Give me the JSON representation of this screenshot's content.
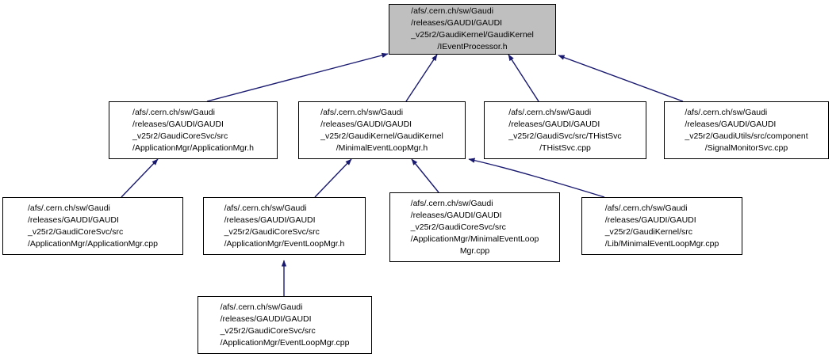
{
  "diagram": {
    "type": "include-dependency-graph",
    "title": "/afs/.cern.ch/sw/Gaudi/releases/GAUDI/GAUDI_v25r2/GaudiKernel/GaudiKernel/IEventProcessor.h included-by graph",
    "colors": {
      "edge": "#191970",
      "node_border": "#000000",
      "node_fill": "#ffffff",
      "root_fill": "#bfbfbf",
      "text": "#000000",
      "background": "#ffffff"
    }
  },
  "nodes": [
    {
      "id": "ieventprocessor",
      "role": "root",
      "lines": [
        "/afs/.cern.ch/sw/Gaudi",
        "/releases/GAUDI/GAUDI",
        "_v25r2/GaudiKernel/GaudiKernel",
        "/IEventProcessor.h"
      ],
      "center_last": true
    },
    {
      "id": "applicationmgr-h",
      "role": "node",
      "lines": [
        "/afs/.cern.ch/sw/Gaudi",
        "/releases/GAUDI/GAUDI",
        "_v25r2/GaudiCoreSvc/src",
        "/ApplicationMgr/ApplicationMgr.h"
      ],
      "center_last": false
    },
    {
      "id": "minimaleventloopmgr-h",
      "role": "node",
      "lines": [
        "/afs/.cern.ch/sw/Gaudi",
        "/releases/GAUDI/GAUDI",
        "_v25r2/GaudiKernel/GaudiKernel",
        "/MinimalEventLoopMgr.h"
      ],
      "center_last": true
    },
    {
      "id": "thistsvc-cpp",
      "role": "node",
      "lines": [
        "/afs/.cern.ch/sw/Gaudi",
        "/releases/GAUDI/GAUDI",
        "_v25r2/GaudiSvc/src/THistSvc",
        "/THistSvc.cpp"
      ],
      "center_last": true
    },
    {
      "id": "signalmonitorsvc-cpp",
      "role": "node",
      "lines": [
        "/afs/.cern.ch/sw/Gaudi",
        "/releases/GAUDI/GAUDI",
        "_v25r2/GaudiUtils/src/component",
        "/SignalMonitorSvc.cpp"
      ],
      "center_last": true
    },
    {
      "id": "applicationmgr-cpp",
      "role": "node",
      "lines": [
        "/afs/.cern.ch/sw/Gaudi",
        "/releases/GAUDI/GAUDI",
        "_v25r2/GaudiCoreSvc/src",
        "/ApplicationMgr/ApplicationMgr.cpp"
      ],
      "center_last": false
    },
    {
      "id": "eventloopmgr-h",
      "role": "node",
      "lines": [
        "/afs/.cern.ch/sw/Gaudi",
        "/releases/GAUDI/GAUDI",
        "_v25r2/GaudiCoreSvc/src",
        "/ApplicationMgr/EventLoopMgr.h"
      ],
      "center_last": false
    },
    {
      "id": "minimaleventloopmgr-cpp-core",
      "role": "node",
      "lines": [
        "/afs/.cern.ch/sw/Gaudi",
        "/releases/GAUDI/GAUDI",
        "_v25r2/GaudiCoreSvc/src",
        "/ApplicationMgr/MinimalEventLoop",
        "Mgr.cpp"
      ],
      "center_last": true
    },
    {
      "id": "minimaleventloopmgr-cpp-kernel",
      "role": "node",
      "lines": [
        "/afs/.cern.ch/sw/Gaudi",
        "/releases/GAUDI/GAUDI",
        "_v25r2/GaudiKernel/src",
        "/Lib/MinimalEventLoopMgr.cpp"
      ],
      "center_last": false
    },
    {
      "id": "eventloopmgr-cpp",
      "role": "node",
      "lines": [
        "/afs/.cern.ch/sw/Gaudi",
        "/releases/GAUDI/GAUDI",
        "_v25r2/GaudiCoreSvc/src",
        "/ApplicationMgr/EventLoopMgr.cpp"
      ],
      "center_last": false
    }
  ],
  "edges": [
    {
      "from": "applicationmgr-h",
      "to": "ieventprocessor"
    },
    {
      "from": "minimaleventloopmgr-h",
      "to": "ieventprocessor"
    },
    {
      "from": "thistsvc-cpp",
      "to": "ieventprocessor"
    },
    {
      "from": "signalmonitorsvc-cpp",
      "to": "ieventprocessor"
    },
    {
      "from": "applicationmgr-cpp",
      "to": "applicationmgr-h"
    },
    {
      "from": "eventloopmgr-h",
      "to": "minimaleventloopmgr-h"
    },
    {
      "from": "minimaleventloopmgr-cpp-core",
      "to": "minimaleventloopmgr-h"
    },
    {
      "from": "minimaleventloopmgr-cpp-kernel",
      "to": "minimaleventloopmgr-h"
    },
    {
      "from": "eventloopmgr-cpp",
      "to": "eventloopmgr-h"
    }
  ]
}
